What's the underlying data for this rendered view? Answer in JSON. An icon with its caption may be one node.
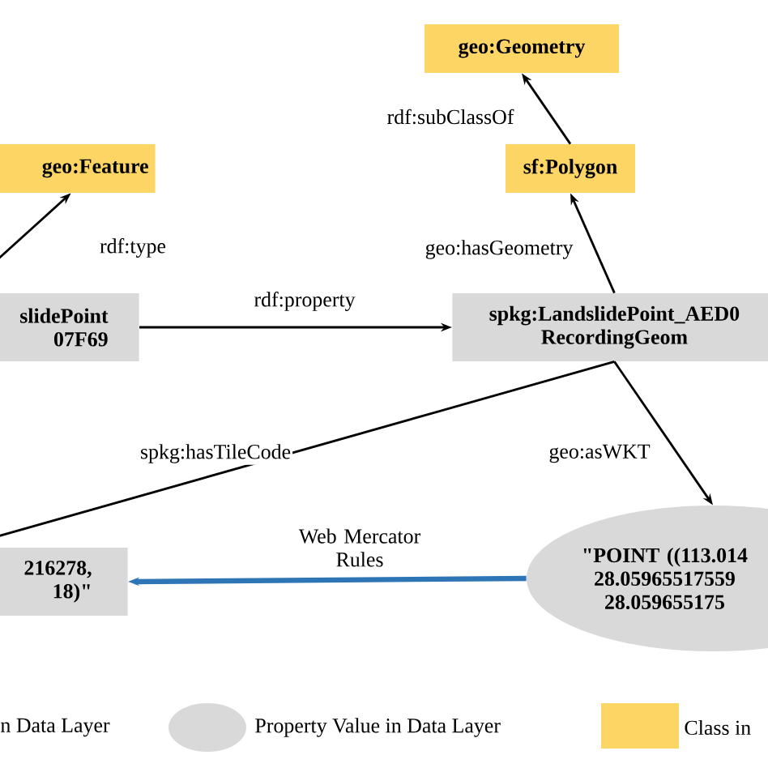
{
  "diagram": {
    "nodes": [
      {
        "text": [
          "geo:Geometry"
        ]
      },
      {
        "text": [
          "geo:Feature"
        ]
      },
      {
        "text": [
          "sf:Polygon"
        ]
      },
      {
        "text": [
          "slidePoint 07F69"
        ]
      },
      {
        "text": [
          "spkg:LandslidePoint_AED0 RecordingGeom"
        ]
      },
      {
        "text": [
          "216278, 18)\""
        ]
      },
      {
        "text": [
          "\"POINT ((113.014 28.05965517559 28.059655175"
        ]
      }
    ],
    "edges": [
      {
        "from": 3,
        "to": 1,
        "arrow": "to",
        "label": "rdf:type"
      },
      {
        "from": 3,
        "to": 4,
        "arrow": "to",
        "label": "rdf:property"
      },
      {
        "from": 4,
        "to": 2,
        "arrow": "to",
        "label": "geo:hasGeometry"
      },
      {
        "from": 2,
        "to": 0,
        "arrow": "to",
        "label": "rdf:subClassOf"
      },
      {
        "from": 4,
        "to": 5,
        "arrow": "none",
        "label": "spkg:hasTileCode"
      },
      {
        "from": 4,
        "to": 6,
        "arrow": "to",
        "label": "geo:asWKT"
      },
      {
        "from": 6,
        "to": 5,
        "arrow": "to",
        "label": "Web Mercator Rules",
        "style": "thick",
        "color": "#2e75b6"
      }
    ],
    "legend": [
      {
        "text": "n Data Layer"
      },
      {
        "text": "Property Value in Data Layer",
        "color": "#d9d9d9"
      },
      {
        "text": "Class in",
        "color": "#fdd565"
      }
    ]
  }
}
